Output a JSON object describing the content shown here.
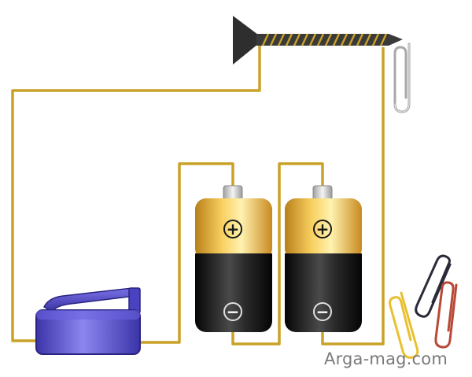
{
  "diagram": {
    "components": [
      {
        "id": "screw",
        "icon": "screw-nail-electromagnet-icon"
      },
      {
        "id": "coil",
        "icon": "copper-coil-winding-icon"
      },
      {
        "id": "paperclip-hanging",
        "icon": "paperclip-icon"
      },
      {
        "id": "battery-left",
        "icon": "battery-d-cell-icon",
        "positive_symbol": "+",
        "negative_symbol": "−"
      },
      {
        "id": "battery-right",
        "icon": "battery-d-cell-icon",
        "positive_symbol": "+",
        "negative_symbol": "−"
      },
      {
        "id": "switch",
        "icon": "lever-switch-icon"
      },
      {
        "id": "paperclips-pile",
        "icon": "paperclip-pile-icon"
      }
    ],
    "colors": {
      "wire": "#c9a227",
      "screw": "#3a3a3a",
      "battery_top": "#e8b030",
      "battery_bottom": "#1a1a1a",
      "switch": "#5a52c8",
      "clip_yellow": "#e8c030",
      "clip_dark": "#2a2a3a",
      "clip_red": "#b84838",
      "clip_silver": "#a8a8a8"
    }
  },
  "watermark": {
    "text": "Arga-mag.com"
  }
}
